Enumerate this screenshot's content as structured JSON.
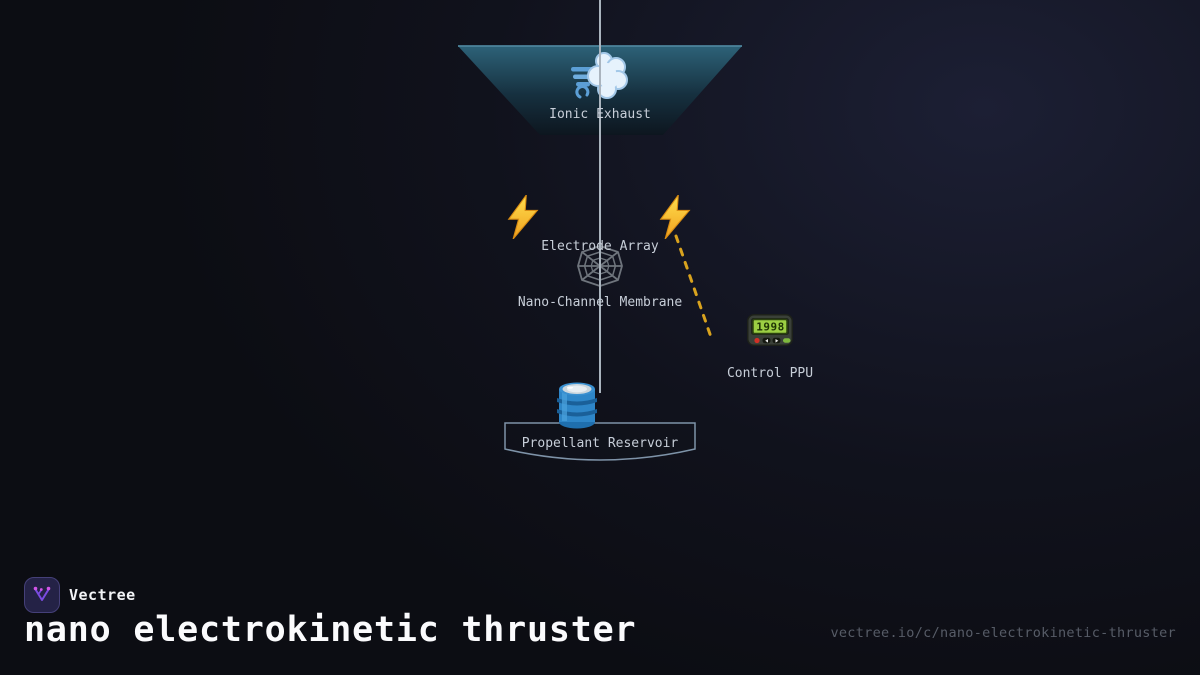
{
  "diagram": {
    "nodes": [
      {
        "id": "ionic-exhaust",
        "label": "Ionic Exhaust",
        "icon": "dash-cloud-icon"
      },
      {
        "id": "electrode-array",
        "label": "Electrode Array",
        "icon": "lightning-bolt-icon"
      },
      {
        "id": "nano-channel-membrane",
        "label": "Nano-Channel Membrane",
        "icon": "spider-web-icon"
      },
      {
        "id": "control-ppu",
        "label": "Control PPU",
        "icon": "pager-icon"
      },
      {
        "id": "propellant-reservoir",
        "label": "Propellant Reservoir",
        "icon": "oil-drum-icon"
      }
    ],
    "pager_display": "1998",
    "colors": {
      "background": "#0c0d13",
      "background_glow": "#1c1f34",
      "label_text": "#c7ced8",
      "axis_line": "#aab4be",
      "dashed_power_line": "#d9a31e",
      "funnel_top": "#2d6278",
      "funnel_bottom": "#0d161f",
      "reservoir_outline": "#7e93a8",
      "bolt_yellow": "#ffd23e",
      "pager_lcd": "#9ccf43",
      "drum_blue": "#2e86c8",
      "brand_purple": "#7a4be0",
      "brand_dot_magenta": "#d255ea"
    }
  },
  "footer": {
    "brand": "Vectree",
    "title": "nano electrokinetic thruster",
    "url": "vectree.io/c/nano-electrokinetic-thruster"
  }
}
